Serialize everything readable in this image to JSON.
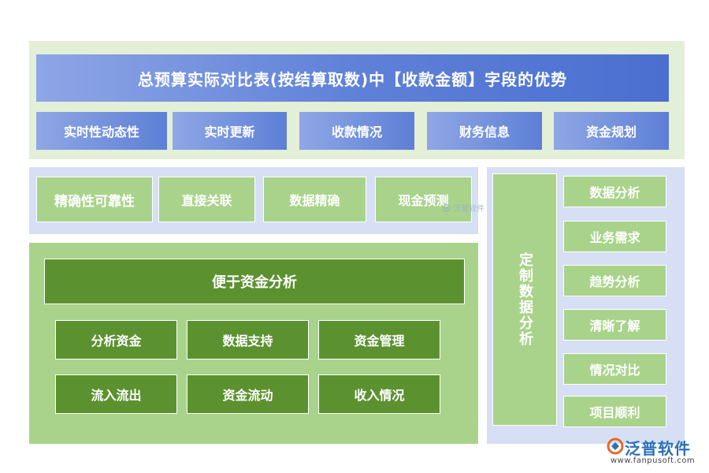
{
  "header": {
    "title": "总预算实际对比表(按结算取数)中【收款金额】字段的优势",
    "row1": [
      "实时性动态性",
      "实时更新",
      "收款情况",
      "财务信息",
      "资金规划"
    ]
  },
  "middle": {
    "row2": [
      "精确性可靠性",
      "直接关联",
      "数据精确",
      "现金预测"
    ]
  },
  "analysis": {
    "header": "便于资金分析",
    "grid": [
      "分析资金",
      "数据支持",
      "资金管理",
      "流入流出",
      "资金流动",
      "收入情况"
    ]
  },
  "custom": {
    "vertical": "定制数据分析",
    "items": [
      "数据分析",
      "业务需求",
      "趋势分析",
      "清晰了解",
      "情况对比",
      "项目顺利"
    ]
  },
  "watermark": {
    "small": "泛普软件",
    "brand": "泛普软件",
    "url": "www.fanpusoft.com"
  },
  "colors": {
    "blue_accent": "#5f81d8",
    "light_green": "#a9d38b",
    "dark_green": "#5c9130",
    "pale_blue_panel": "#d6dff4",
    "pale_green_panel": "#e3efd6"
  }
}
